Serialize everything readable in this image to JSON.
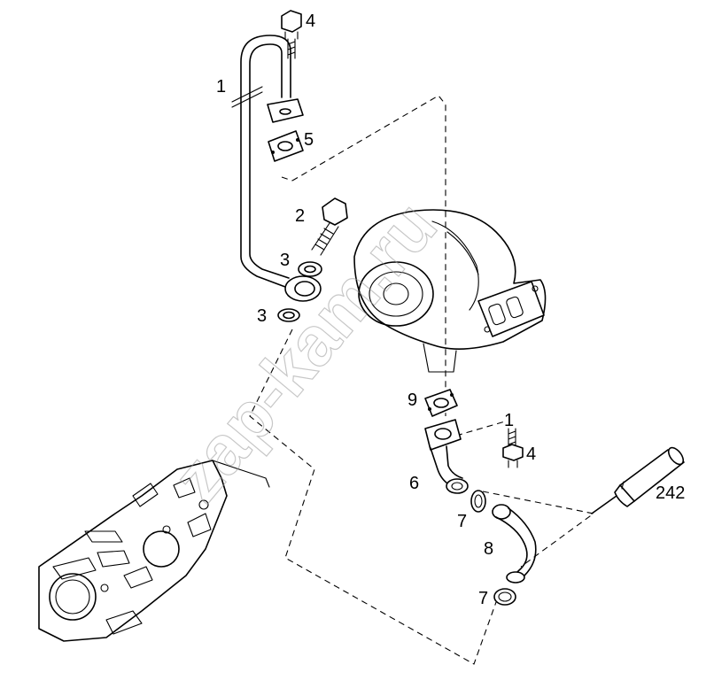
{
  "watermark": "zap-kam.ru",
  "callouts": {
    "oil_feed_pipe": "1",
    "banjo_bolt": "2",
    "sealing_washer_upper": "3",
    "sealing_washer_lower": "3",
    "bolt_top": "4",
    "gasket_top": "5",
    "drain_pipe_upper": "6",
    "o_ring_upper": "7",
    "drain_pipe_lower": "8",
    "o_ring_lower": "7",
    "gasket_drain": "9",
    "stud_lower": "1",
    "bolt_lower": "4",
    "sealant": "242"
  }
}
